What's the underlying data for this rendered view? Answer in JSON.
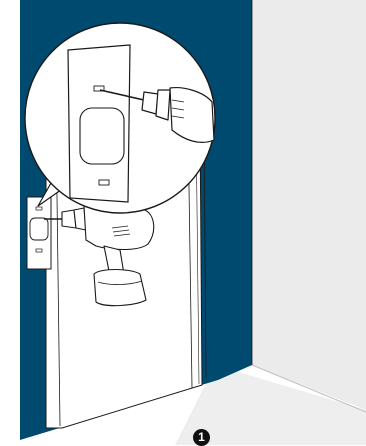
{
  "illustration": {
    "step_number": "1",
    "colors": {
      "wall_panel": "#004a70",
      "side_wall": "#ebebeb",
      "floor": "#eeeeee",
      "door": "#ffffff",
      "outline": "#1a1a1a",
      "drill_body": "#ffffff",
      "badge": "#111111"
    },
    "objects": [
      "wall-panel",
      "door",
      "mounting-bracket",
      "cordless-drill",
      "zoom-callout",
      "step-badge"
    ]
  }
}
